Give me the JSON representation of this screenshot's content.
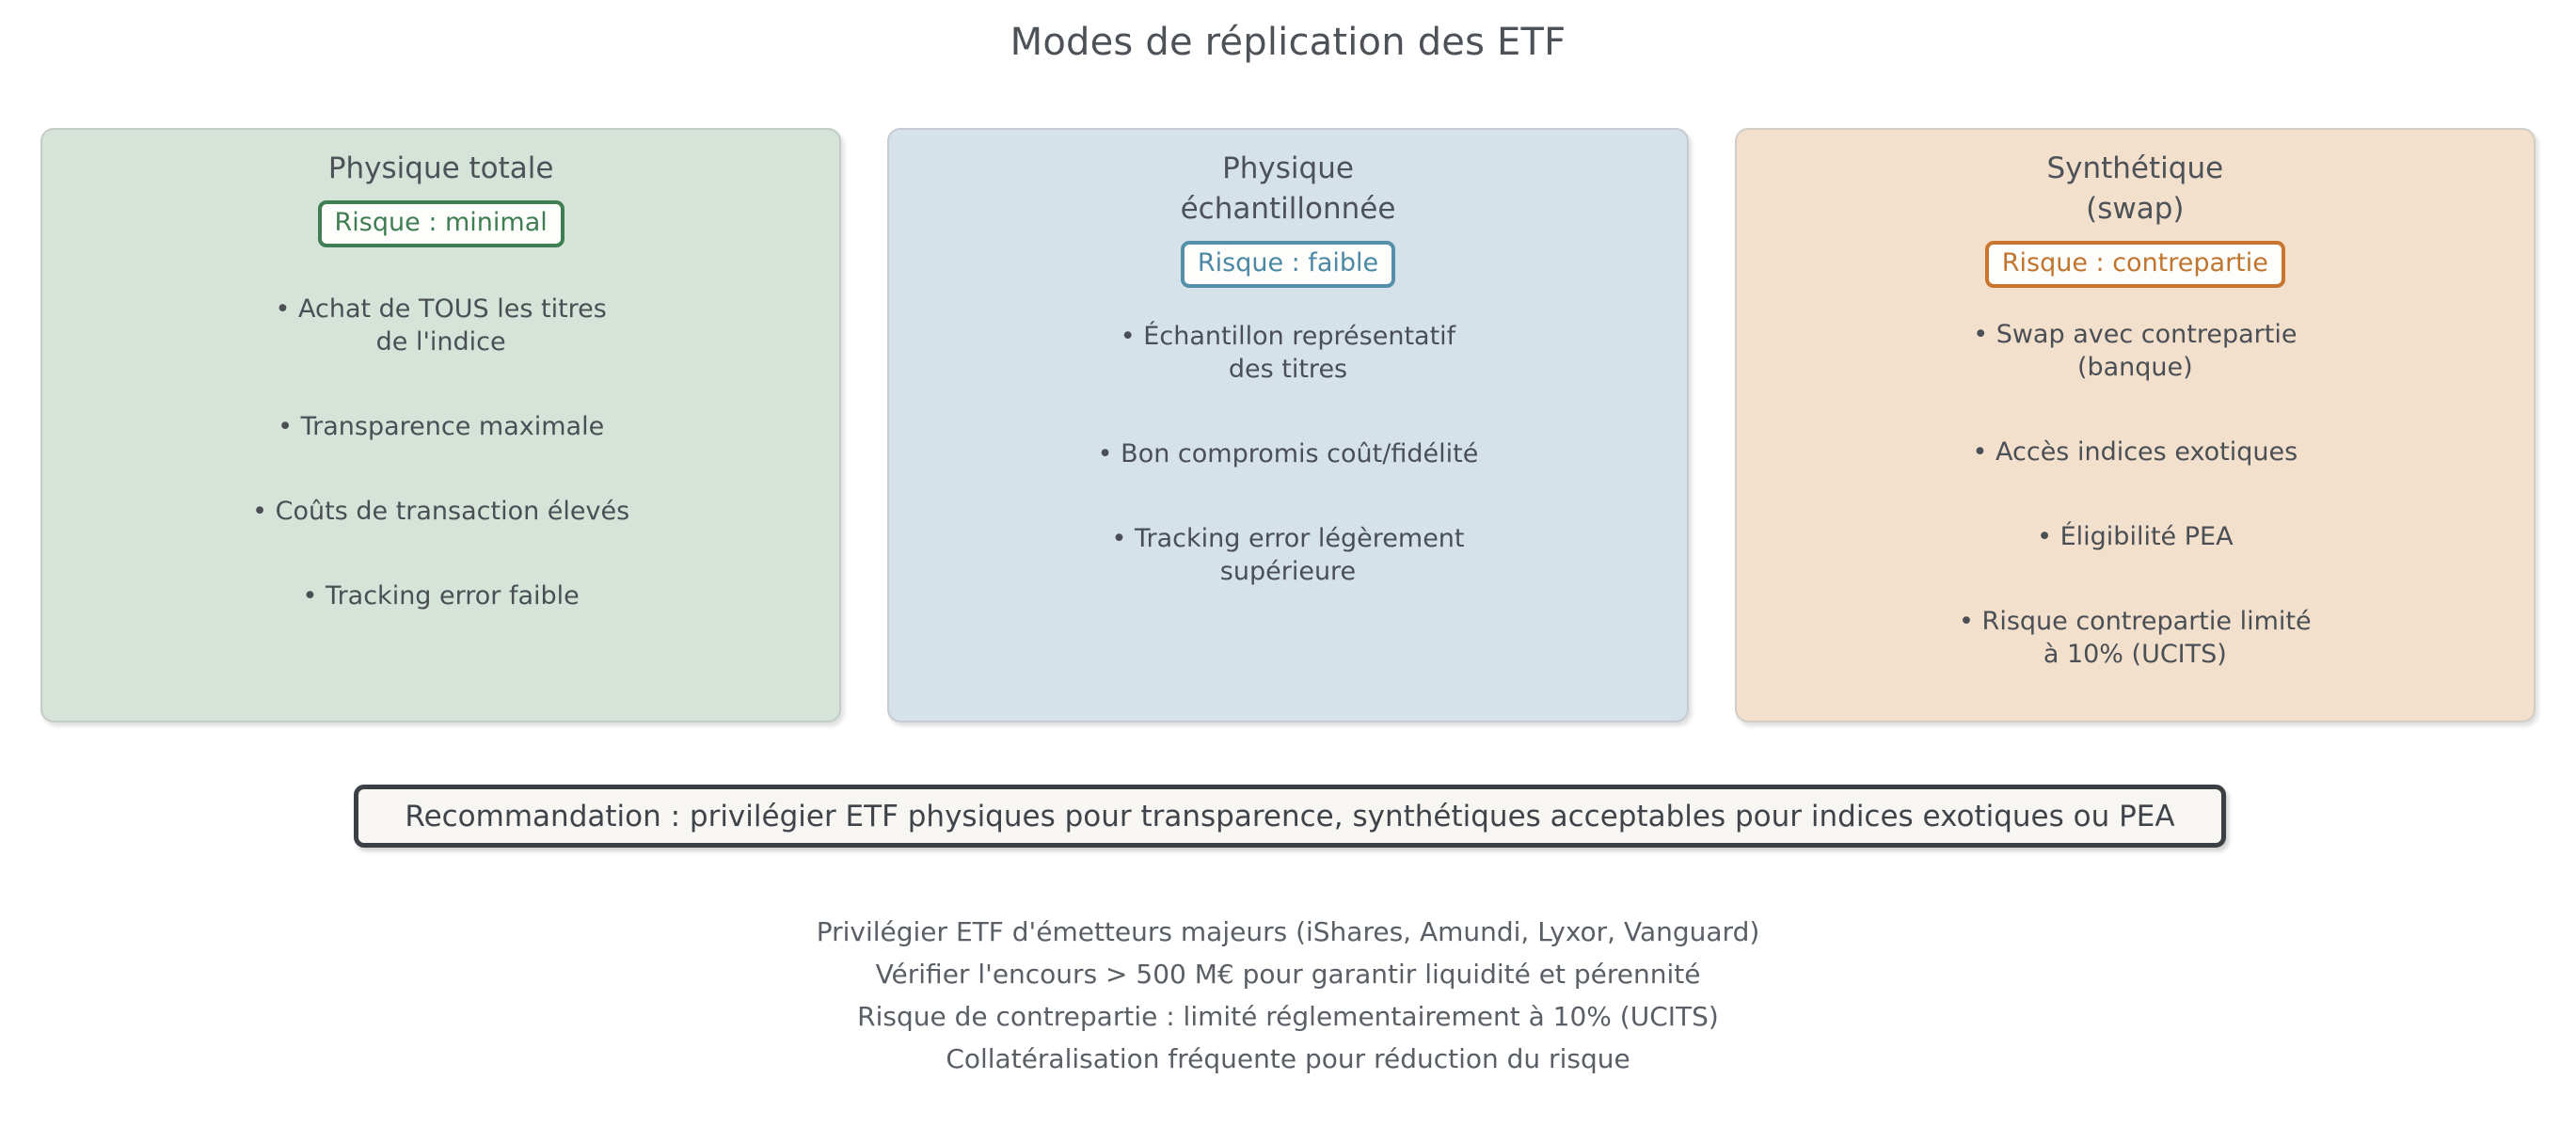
{
  "title": "Modes de réplication des ETF",
  "cards": [
    {
      "id": "physique-totale",
      "title": "Physique totale",
      "accent": "#3f7d52",
      "background": "#d5e3d8",
      "risk_label": "Risque : minimal",
      "bullets": [
        "• Achat de TOUS les titres\nde l'indice",
        "• Transparence maximale",
        "• Coûts de transaction élevés",
        "• Tracking error faible"
      ]
    },
    {
      "id": "physique-echantillonnee",
      "title": "Physique\néchantillonnée",
      "accent": "#5590ab",
      "background": "#d6e2ea",
      "risk_label": "Risque : faible",
      "bullets": [
        "• Échantillon représentatif\ndes titres",
        "• Bon compromis coût/fidélité",
        "• Tracking error légèrement\nsupérieure"
      ]
    },
    {
      "id": "synthetique-swap",
      "title": "Synthétique\n(swap)",
      "accent": "#c8752f",
      "background": "#f2dfcc",
      "risk_label": "Risque : contrepartie",
      "bullets": [
        "• Swap avec contrepartie\n(banque)",
        "• Accès indices exotiques",
        "• Éligibilité PEA",
        "• Risque contrepartie limité\nà 10% (UCITS)"
      ]
    }
  ],
  "recommendation": {
    "text": "Recommandation : privilégier ETF physiques pour transparence, synthétiques acceptables pour indices exotiques ou PEA",
    "border_color": "#3b3f46",
    "background": "#f7f6f3"
  },
  "footer_notes": [
    "Privilégier ETF d'émetteurs majeurs (iShares, Amundi, Lyxor, Vanguard)",
    "Vérifier l'encours > 500 M€ pour garantir liquidité et pérennité",
    "Risque de contrepartie : limité réglementairement à 10% (UCITS)",
    "Collatéralisation fréquente pour réduction du risque"
  ]
}
